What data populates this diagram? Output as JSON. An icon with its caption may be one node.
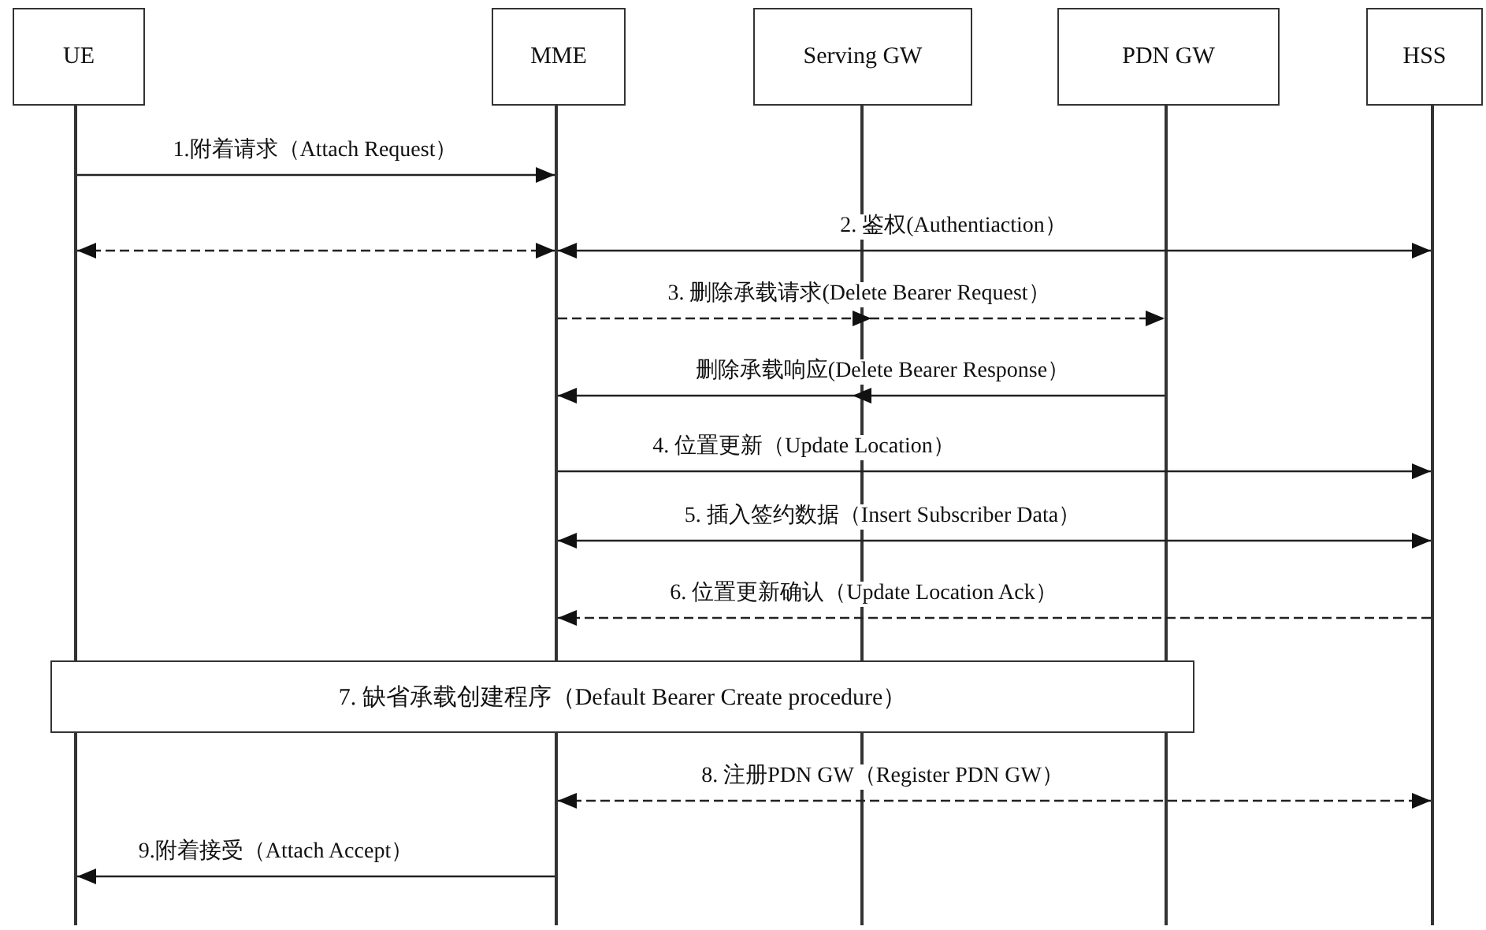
{
  "diagram": {
    "nodes": [
      {
        "text": [
          "UE"
        ]
      },
      {
        "text": [
          "MME"
        ]
      },
      {
        "text": [
          "Serving GW"
        ]
      },
      {
        "text": [
          "PDN GW"
        ]
      },
      {
        "text": [
          "HSS"
        ]
      },
      {
        "text": [],
        "shape": "line"
      },
      {
        "text": [],
        "shape": "line"
      },
      {
        "text": [],
        "shape": "line"
      },
      {
        "text": [],
        "shape": "line"
      },
      {
        "text": [],
        "shape": "line"
      },
      {
        "text": [
          "7. 缺省承载创建程序（Default Bearer Create procedure）"
        ]
      }
    ],
    "edges": [
      {
        "from": 5,
        "to": 6,
        "arrow": "to",
        "label": "1.附着请求（Attach Request）"
      },
      {
        "from": 5,
        "to": 6,
        "arrow": "both",
        "style": "dashed"
      },
      {
        "from": 6,
        "to": 9,
        "arrow": "both",
        "label": "2. 鉴权(Authentiaction）"
      },
      {
        "from": 6,
        "to": 8,
        "arrow": "to",
        "style": "dashed",
        "label": "3. 删除承载请求(Delete Bearer Request）"
      },
      {
        "from": 8,
        "to": 6,
        "arrow": "to",
        "label": "删除承载响应(Delete Bearer Response）"
      },
      {
        "from": 6,
        "to": 9,
        "arrow": "to",
        "label": "4. 位置更新（Update Location）"
      },
      {
        "from": 6,
        "to": 9,
        "arrow": "both",
        "label": "5. 插入签约数据（Insert Subscriber Data）"
      },
      {
        "from": 9,
        "to": 6,
        "arrow": "to",
        "style": "dashed",
        "label": "6. 位置更新确认（Update Location Ack）"
      },
      {
        "from": 6,
        "to": 9,
        "arrow": "both",
        "style": "dashed",
        "label": "8. 注册PDN GW（Register PDN GW）"
      },
      {
        "from": 6,
        "to": 5,
        "arrow": "to",
        "label": "9.附着接受（Attach Accept）"
      }
    ]
  }
}
